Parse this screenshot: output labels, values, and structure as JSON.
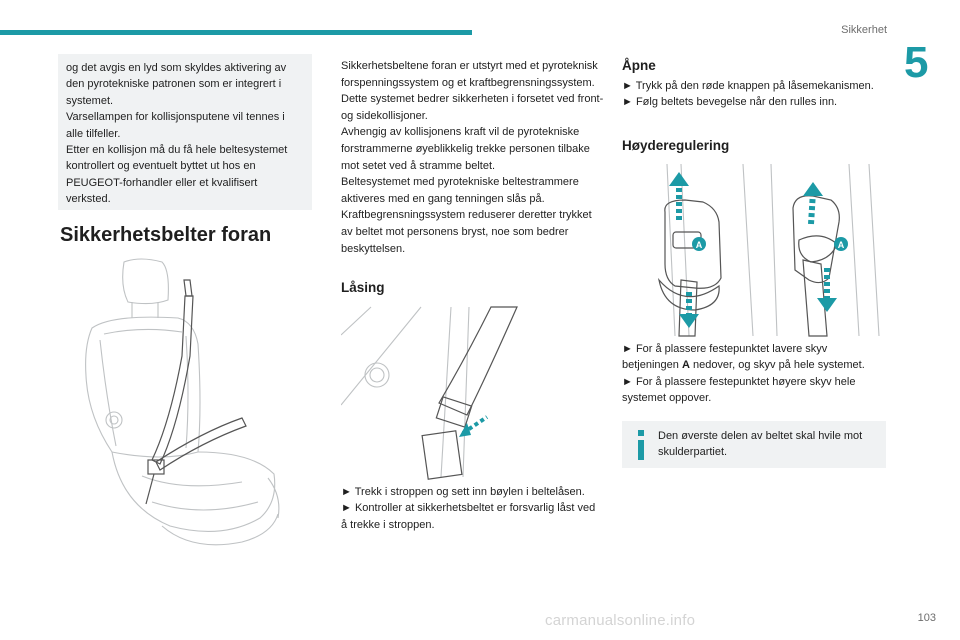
{
  "header": {
    "section": "Sikkerhet",
    "chapter": "5"
  },
  "note_box": {
    "p1": "og det avgis en lyd som skyldes aktivering av den pyrotekniske patronen som er integrert i systemet.",
    "p2": "Varsellampen for kollisjonsputene vil tennes i alle tilfeller.",
    "p3": "Etter en kollisjon må du få hele beltesystemet kontrollert og eventuelt byttet ut hos en PEUGEOT-forhandler eller et kvalifisert verksted."
  },
  "section_title": "Sikkerhetsbelter foran",
  "col2": {
    "p1": "Sikkerhetsbeltene foran er utstyrt med et pyroteknisk forspenningssystem og et kraftbegrensningssystem.",
    "p2": "Dette systemet bedrer sikkerheten i forsetet ved front- og sidekollisjoner.",
    "p3": "Avhengig av kollisjonens kraft vil de pyrotekniske forstrammerne øyeblikkelig trekke personen tilbake mot setet ved å stramme beltet.",
    "p4": "Beltesystemet med pyrotekniske beltestrammere aktiveres med en gang tenningen slås på.",
    "p5": "Kraftbegrensningssystem reduserer deretter trykket av beltet mot personens bryst, noe som bedrer beskyttelsen."
  },
  "locking": {
    "title": "Låsing",
    "s1": "► Trekk i stroppen og sett inn bøylen i beltelåsen.",
    "s2": "► Kontroller at sikkerhetsbeltet er forsvarlig låst ved å trekke i stroppen."
  },
  "open": {
    "title": "Åpne",
    "s1": "► Trykk på den røde knappen på låsemekanismen.",
    "s2": "► Følg beltets bevegelse når den rulles inn."
  },
  "height": {
    "title": "Høyderegulering",
    "s1_pre": "► For å plassere festepunktet lavere skyv betjeningen ",
    "s1_bold": "A",
    "s1_post": " nedover, og skyv på hele systemet.",
    "s2": "► For å plassere festepunktet høyere skyv hele systemet oppover.",
    "label_a": "A"
  },
  "info_note": "Den øverste delen av beltet skal hvile mot skulderpartiet.",
  "page_number": "103",
  "watermark": "carmanualsonline.info",
  "colors": {
    "accent": "#1c9aa6",
    "box_bg": "#f0f2f3"
  }
}
